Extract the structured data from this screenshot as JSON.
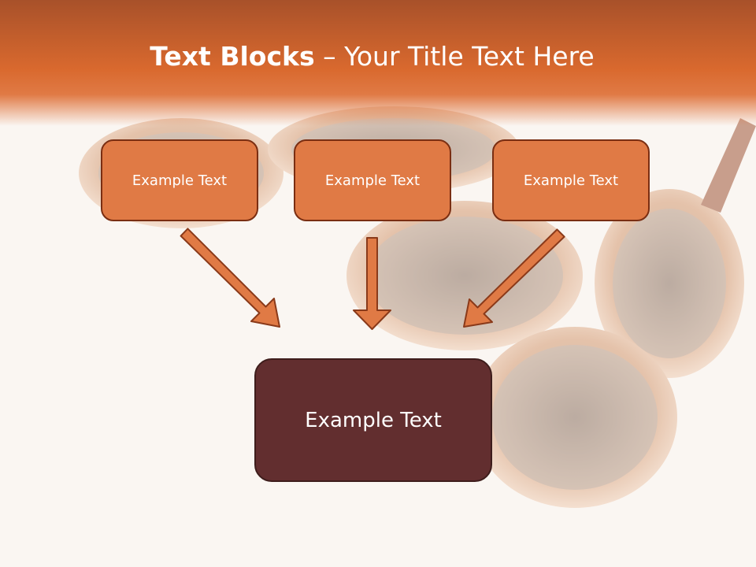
{
  "slide": {
    "title_bold": "Text Blocks",
    "title_rest": " – Your Title Text Here"
  },
  "blocks": {
    "left": "Example Text",
    "center": "Example Text",
    "right": "Example Text",
    "result": "Example Text"
  },
  "colors": {
    "header": "#d9692e",
    "box_fill": "#e07a45",
    "box_border": "#7a2e12",
    "result_fill": "#622e2f"
  },
  "icons": [
    "arrow-down-right-icon",
    "arrow-down-icon",
    "arrow-down-left-icon"
  ]
}
